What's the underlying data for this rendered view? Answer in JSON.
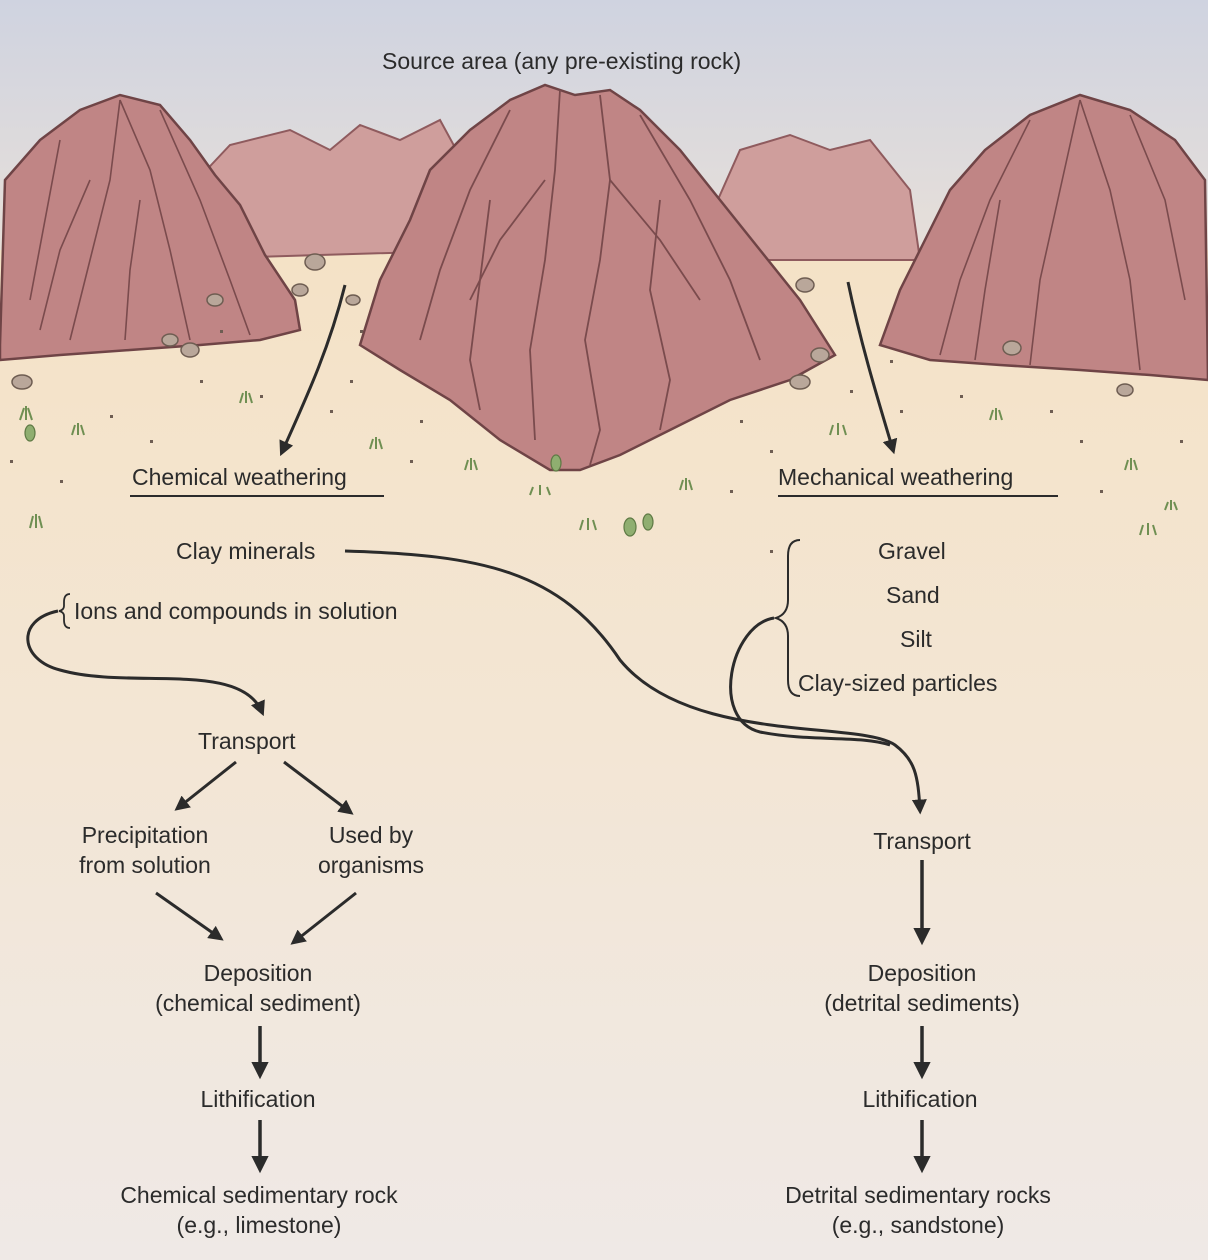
{
  "title": "Source area (any pre-existing rock)",
  "left": {
    "heading": "Chemical weathering",
    "clay": "Clay minerals",
    "ions": "Ions and compounds in solution",
    "transport": "Transport",
    "precip_1": "Precipitation",
    "precip_2": "from solution",
    "organisms_1": "Used by",
    "organisms_2": "organisms",
    "deposition_1": "Deposition",
    "deposition_2": "(chemical sediment)",
    "lithification": "Lithification",
    "rock_1": "Chemical sedimentary rock",
    "rock_2": "(e.g., limestone)"
  },
  "right": {
    "heading": "Mechanical weathering",
    "particles": [
      "Gravel",
      "Sand",
      "Silt",
      "Clay-sized particles"
    ],
    "transport": "Transport",
    "deposition_1": "Deposition",
    "deposition_2": "(detrital sediments)",
    "lithification": "Lithification",
    "rock_1": "Detrital sedimentary rocks",
    "rock_2": "(e.g., sandstone)"
  },
  "colors": {
    "sky": "#dcd9e2",
    "ground": "#f3e6d5",
    "rock": "#c08585",
    "rock_shadow": "#8f5b5e",
    "line": "#2b2b2b",
    "plant": "#8fae70"
  }
}
